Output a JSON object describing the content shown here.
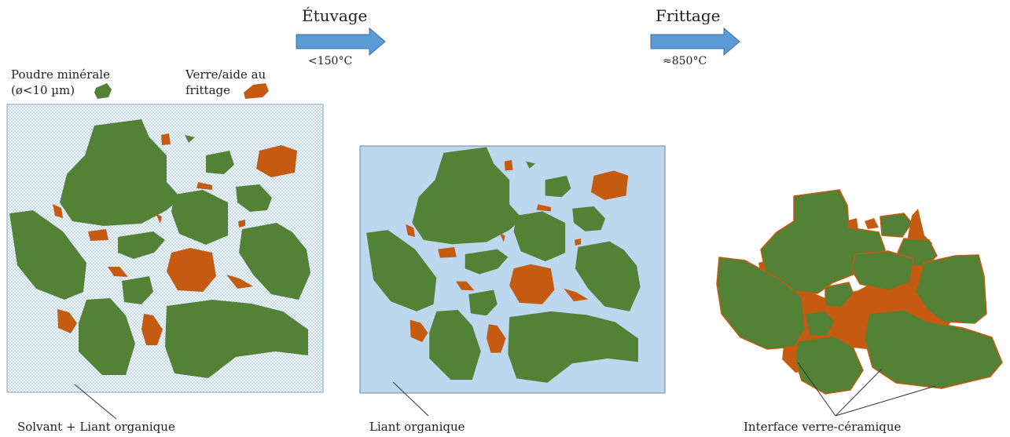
{
  "steps": [
    {
      "title": "Étuvage",
      "temp": "<150°C"
    },
    {
      "title": "Frittage",
      "temp": "≈850°C"
    }
  ],
  "legend": {
    "powder_line1": "Poudre minérale",
    "powder_line2": "(ø<10 µm)",
    "glass_line1": "Verre/aide au",
    "glass_line2": "frittage"
  },
  "captions": {
    "panel1": "Solvant + Liant organique",
    "panel2": "Liant organique",
    "panel3": "Interface verre-céramique"
  },
  "colors": {
    "powder": "#538135",
    "glass": "#c55a11",
    "binder": "#bdd7ee",
    "arrow": "#5b9bd5"
  }
}
